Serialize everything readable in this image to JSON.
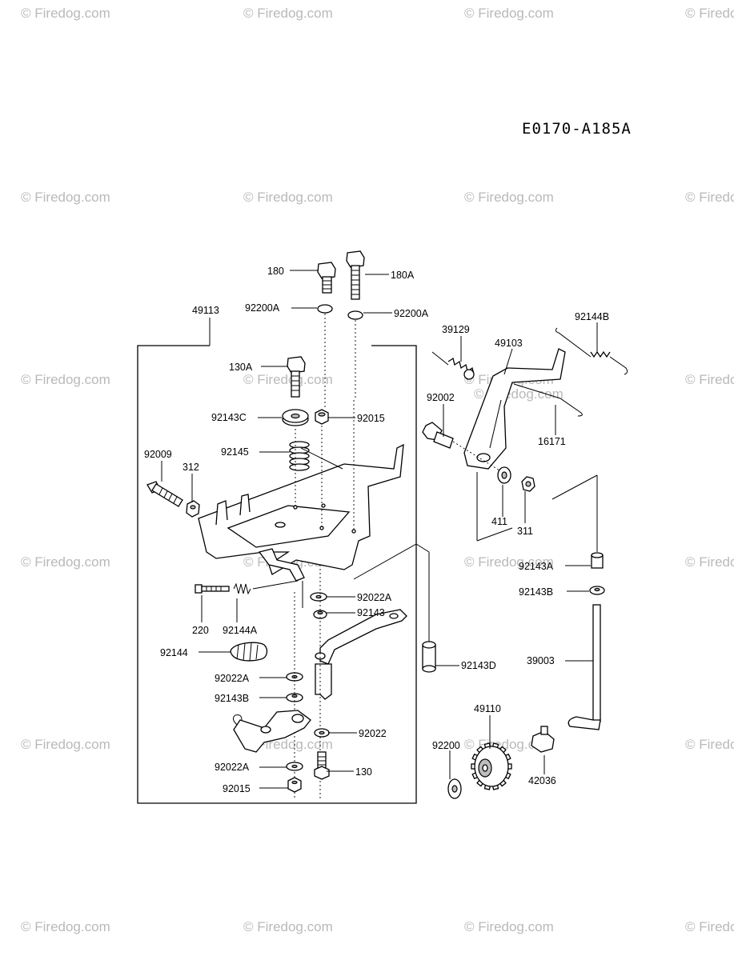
{
  "diagram_code": "E0170-A185A",
  "watermark_text": "© Firedog.com",
  "parts": [
    {
      "label": "180",
      "name": "part-180"
    },
    {
      "label": "180A",
      "name": "part-180A"
    },
    {
      "label": "49113",
      "name": "part-49113"
    },
    {
      "label": "92200A",
      "name": "part-92200A-left"
    },
    {
      "label": "92200A",
      "name": "part-92200A-right"
    },
    {
      "label": "39129",
      "name": "part-39129"
    },
    {
      "label": "49103",
      "name": "part-49103"
    },
    {
      "label": "92144B",
      "name": "part-92144B"
    },
    {
      "label": "130A",
      "name": "part-130A"
    },
    {
      "label": "92002",
      "name": "part-92002"
    },
    {
      "label": "92143C",
      "name": "part-92143C"
    },
    {
      "label": "92015",
      "name": "part-92015-top"
    },
    {
      "label": "16171",
      "name": "part-16171"
    },
    {
      "label": "92009",
      "name": "part-92009"
    },
    {
      "label": "312",
      "name": "part-312"
    },
    {
      "label": "92145",
      "name": "part-92145"
    },
    {
      "label": "411",
      "name": "part-411"
    },
    {
      "label": "311",
      "name": "part-311"
    },
    {
      "label": "92143A",
      "name": "part-92143A"
    },
    {
      "label": "92143B",
      "name": "part-92143B-right"
    },
    {
      "label": "92022A",
      "name": "part-92022A-upper"
    },
    {
      "label": "92143",
      "name": "part-92143"
    },
    {
      "label": "220",
      "name": "part-220"
    },
    {
      "label": "92144A",
      "name": "part-92144A"
    },
    {
      "label": "92144",
      "name": "part-92144"
    },
    {
      "label": "92022A",
      "name": "part-92022A-middle"
    },
    {
      "label": "92143D",
      "name": "part-92143D"
    },
    {
      "label": "39003",
      "name": "part-39003"
    },
    {
      "label": "92143B",
      "name": "part-92143B-left"
    },
    {
      "label": "49110",
      "name": "part-49110"
    },
    {
      "label": "92022",
      "name": "part-92022"
    },
    {
      "label": "92200",
      "name": "part-92200"
    },
    {
      "label": "92022A",
      "name": "part-92022A-lower"
    },
    {
      "label": "130",
      "name": "part-130"
    },
    {
      "label": "42036",
      "name": "part-42036"
    },
    {
      "label": "92015",
      "name": "part-92015-bottom"
    }
  ]
}
